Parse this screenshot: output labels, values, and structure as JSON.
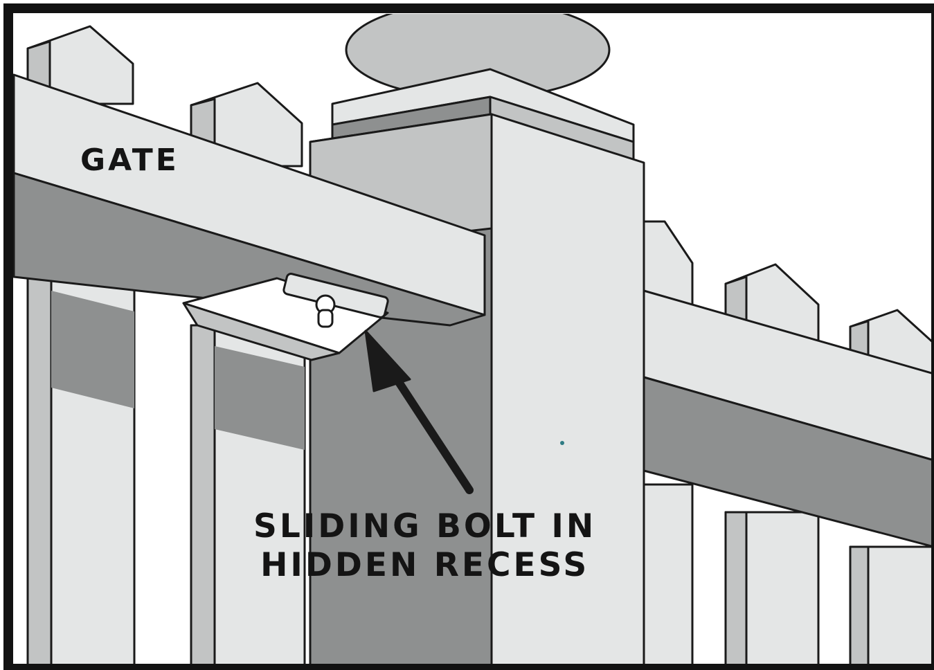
{
  "labels": {
    "gate": "GATE",
    "callout_line1": "SLIDING BOLT IN",
    "callout_line2": "HIDDEN RECESS"
  },
  "colors": {
    "sky": "#ffffff",
    "light_face": "#e4e6e6",
    "mid_face": "#c2c4c4",
    "dark_face": "#8e9090",
    "outline": "#1a1a1a",
    "frame": "#121212"
  }
}
